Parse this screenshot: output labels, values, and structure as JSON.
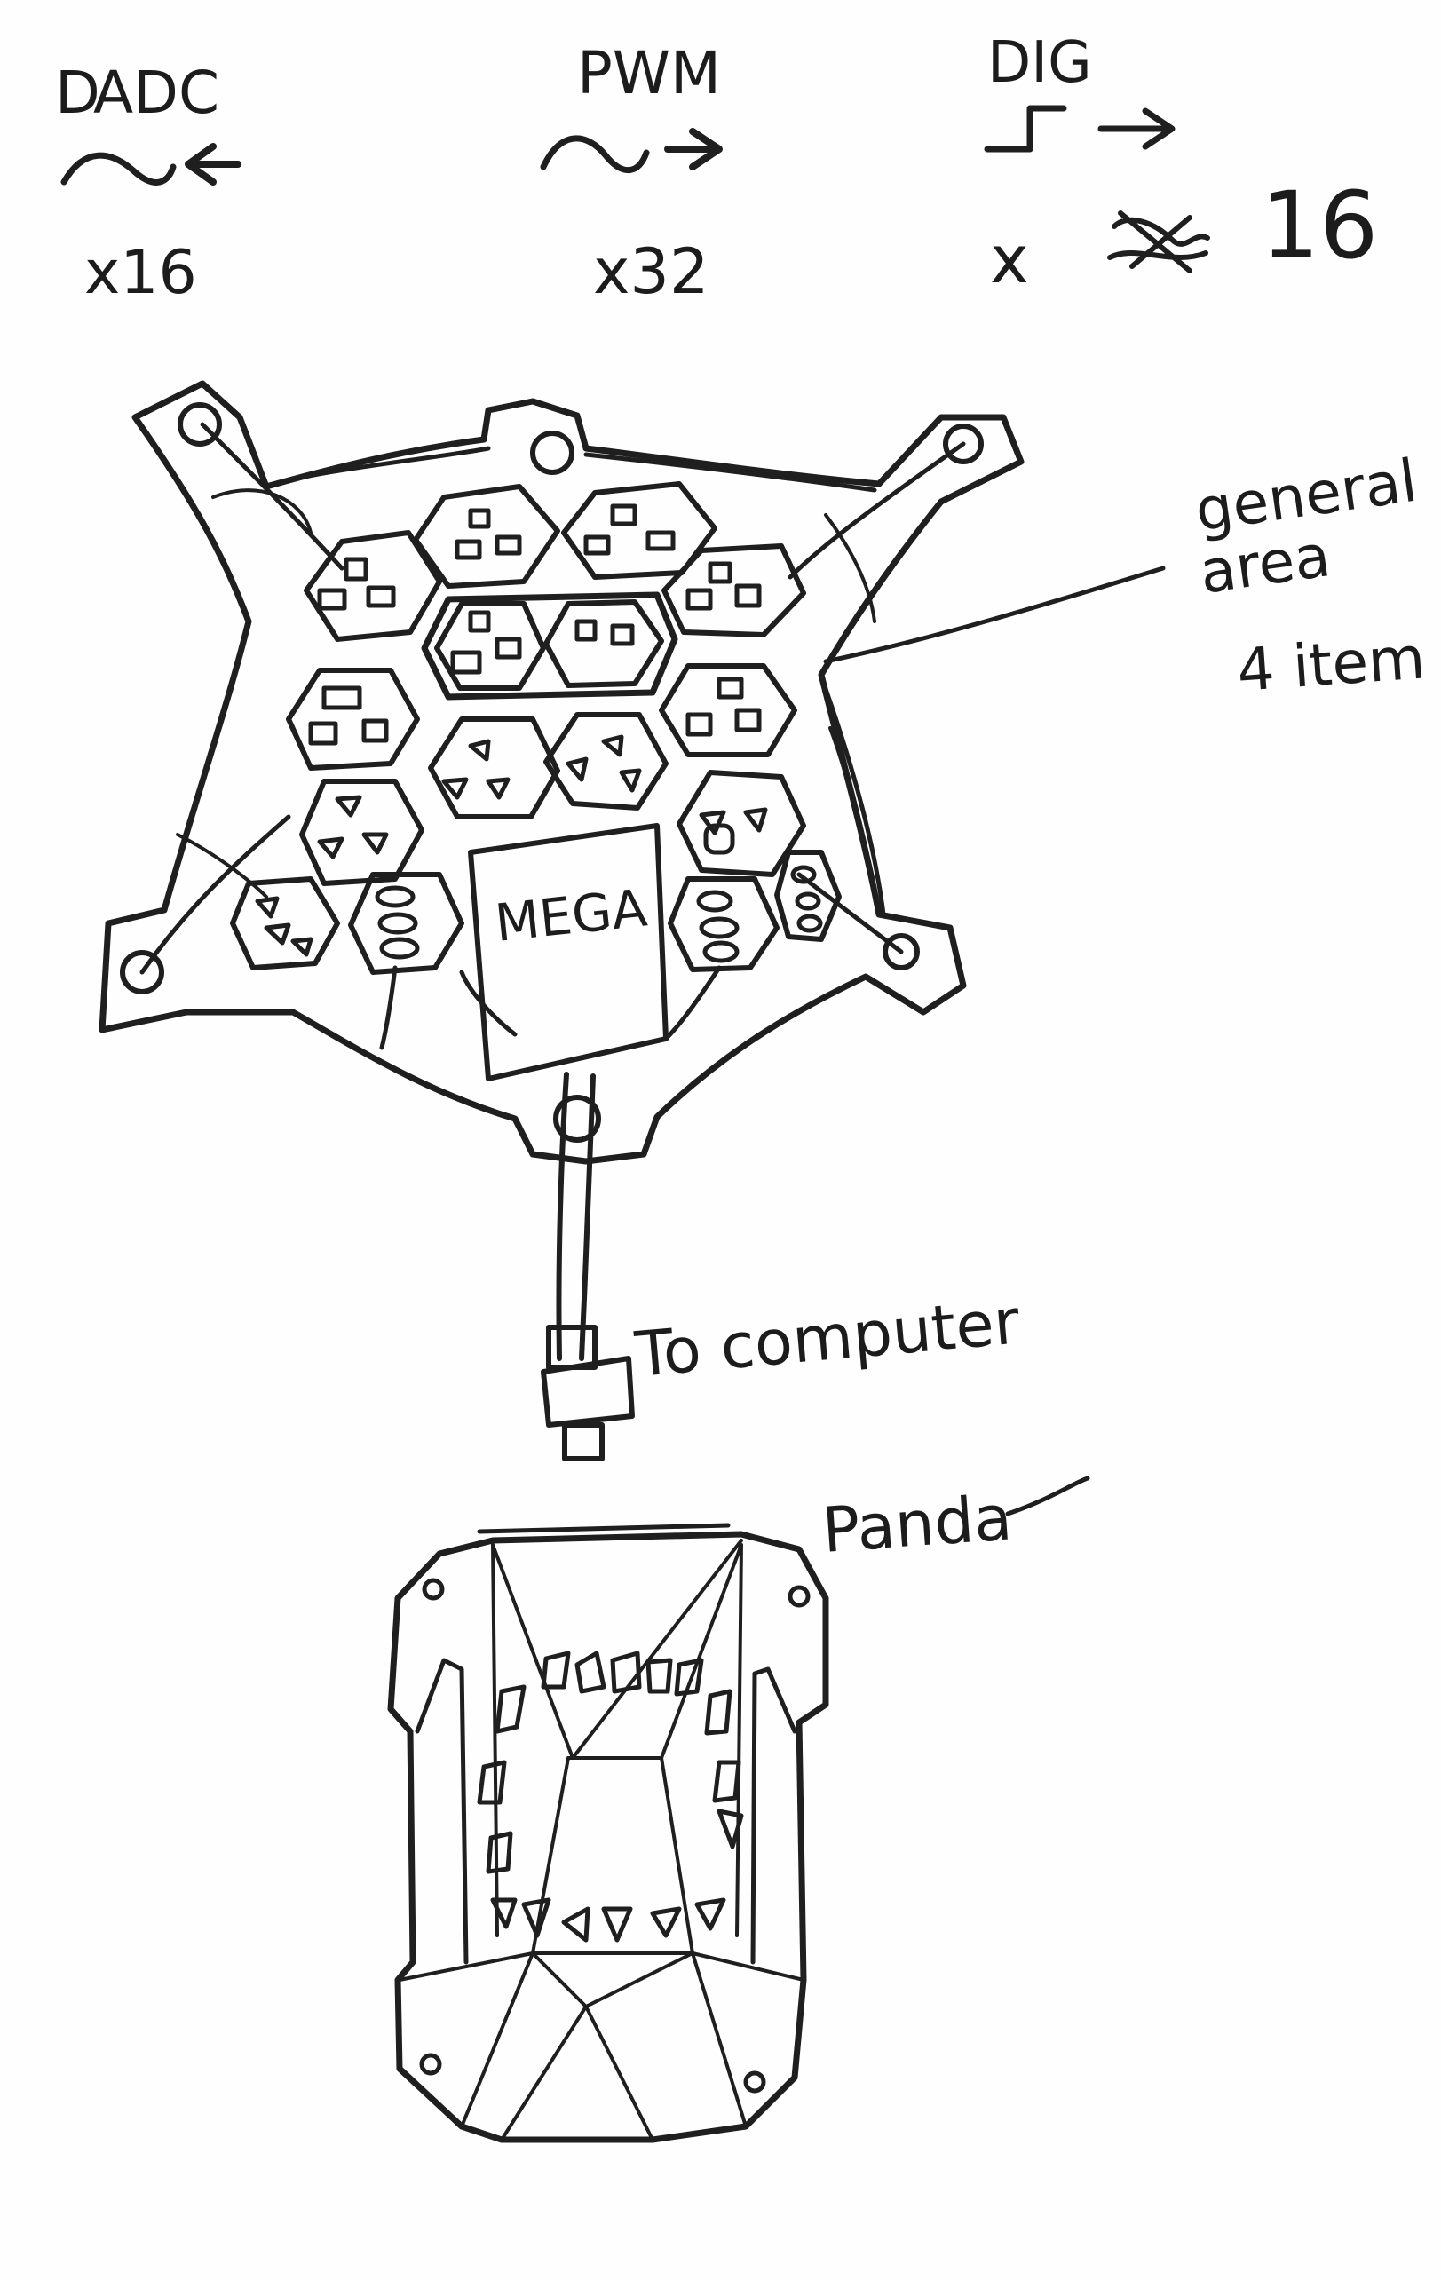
{
  "header": {
    "adc": {
      "label": "ADC",
      "prefix": "D",
      "count": "x16"
    },
    "pwm": {
      "label": "PWM",
      "count": "x32"
    },
    "dig": {
      "label": "DIG",
      "count_prefix": "x",
      "count": "16"
    }
  },
  "board": {
    "controller_label": "MEGA"
  },
  "annotations": {
    "general_area": [
      "general",
      "area",
      "4 item"
    ],
    "cable_label": "To computer",
    "device_label": "Panda"
  },
  "colors": {
    "ink": "#1f1f1f",
    "paper": "#fefefe"
  }
}
